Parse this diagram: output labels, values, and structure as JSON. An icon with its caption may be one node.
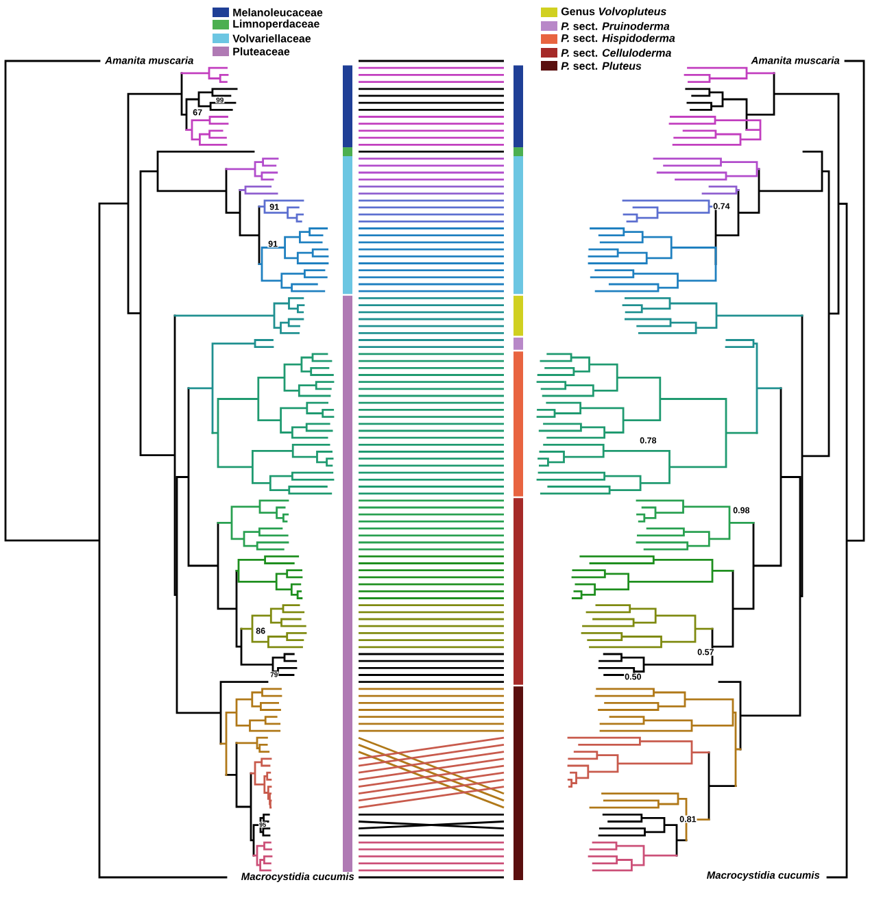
{
  "diagram": {
    "nodes": [
      {
        "text": [],
        "shape": "bar"
      },
      {
        "text": [],
        "shape": "bar"
      },
      {
        "text": [],
        "shape": "bar"
      },
      {
        "text": [],
        "shape": "bar"
      },
      {
        "text": [],
        "shape": "bar"
      },
      {
        "text": [],
        "shape": "bar"
      },
      {
        "text": [],
        "shape": "bar"
      },
      {
        "text": [],
        "shape": "bar"
      },
      {
        "text": [],
        "shape": "bar"
      },
      {
        "text": [],
        "shape": "bar"
      },
      {
        "text": [],
        "shape": "bar"
      },
      {
        "text": [],
        "shape": "bar"
      }
    ],
    "labels": [
      "Amanita muscaria",
      "Amanita muscaria",
      "99",
      "67",
      "91",
      "0.74",
      "91",
      "0.78",
      "0.98",
      "86",
      "0.57",
      "79",
      "0.50",
      "95",
      "0.81",
      "Macrocystidia cucumis",
      "Macrocystidia cucumis"
    ],
    "legend": [
      {
        "text": "Melanoleucaceae",
        "color": "#1f3f96"
      },
      {
        "text": "Limnoperdaceae",
        "color": "#4caf50"
      },
      {
        "text": "Volvariellaceae",
        "color": "#6cc6e2"
      },
      {
        "text": "Pluteaceae",
        "color": "#b07ab4"
      },
      {
        "text": "Genus *Volvopluteus*",
        "color": "#d0d020"
      },
      {
        "text": "*P.* sect. *Pruinoderma*",
        "color": "#b888c8"
      },
      {
        "text": "*P.* sect. *Hispidoderma*",
        "color": "#e86440"
      },
      {
        "text": "*P.* sect. *Celluloderma*",
        "color": "#a52a28"
      },
      {
        "text": "*P.* sect. *Pluteus*",
        "color": "#5a0f0e"
      }
    ]
  }
}
